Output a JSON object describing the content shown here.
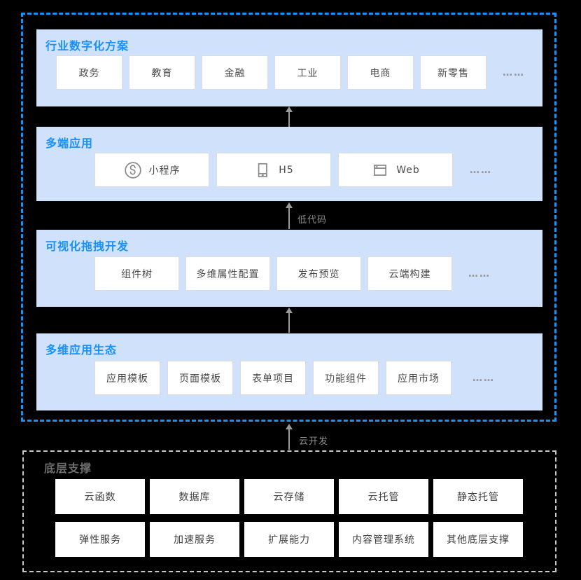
{
  "colors": {
    "background": "#000000",
    "accent_blue": "#1890ff",
    "frame_blue_dash": "#1693fb",
    "frame_gray_dash": "#c9c9c9",
    "panel_bg": "#d0e2fb",
    "box_bg": "#ffffff",
    "box_text": "#4a4a4a",
    "arrow_gray": "#9b9b9b"
  },
  "platform": {
    "sections": [
      {
        "title": "行业数字化方案",
        "items": [
          "政务",
          "教育",
          "金融",
          "工业",
          "电商",
          "新零售"
        ],
        "more": "……"
      },
      {
        "title": "多端应用",
        "items": [
          {
            "icon": "miniprogram-icon",
            "label": "小程序"
          },
          {
            "icon": "phone-icon",
            "label": "H5"
          },
          {
            "icon": "browser-icon",
            "label": "Web"
          }
        ],
        "more": "……"
      },
      {
        "title": "可视化拖拽开发",
        "items": [
          "组件树",
          "多维属性配置",
          "发布预览",
          "云端构建"
        ],
        "more": "……"
      },
      {
        "title": "多维应用生态",
        "items": [
          "应用模板",
          "页面模板",
          "表单项目",
          "功能组件",
          "应用市场"
        ],
        "more": "……"
      }
    ],
    "connectors": [
      {
        "label": ""
      },
      {
        "label": "低代码"
      },
      {
        "label": ""
      },
      {
        "label": "云开发"
      }
    ]
  },
  "foundation": {
    "title": "底层支撑",
    "rows": [
      [
        "云函数",
        "数据库",
        "云存储",
        "云托管",
        "静态托管"
      ],
      [
        "弹性服务",
        "加速服务",
        "扩展能力",
        "内容管理系统",
        "其他底层支撑"
      ]
    ]
  }
}
